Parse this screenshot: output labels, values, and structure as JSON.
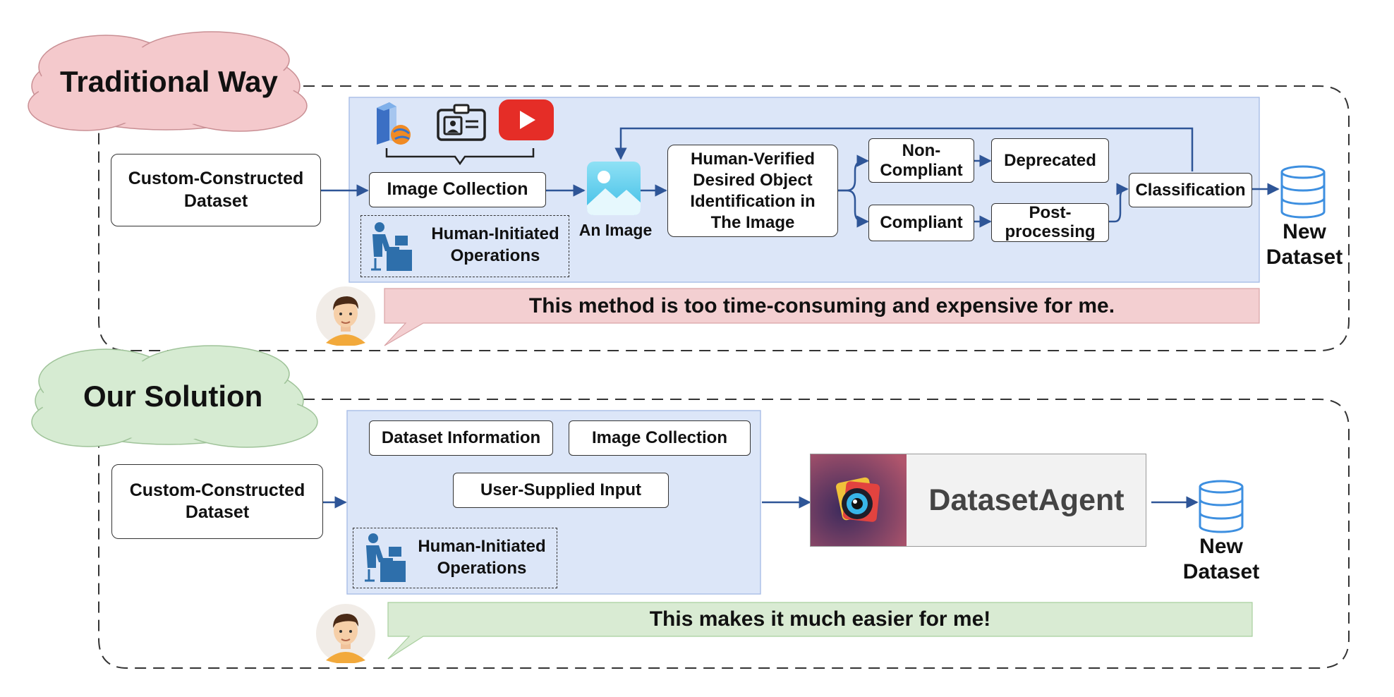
{
  "traditional": {
    "title": "Traditional Way",
    "custom_dataset": "Custom-Constructed\nDataset",
    "image_collection": "Image Collection",
    "human_ops": "Human-Initiated\nOperations",
    "an_image": "An Image",
    "human_verified": "Human-Verified\nDesired Object\nIdentification in\nThe Image",
    "non_compliant": "Non-\nCompliant",
    "compliant": "Compliant",
    "deprecated": "Deprecated",
    "post_processing": "Post-\nprocessing",
    "classification": "Classification",
    "new_dataset": "New\nDataset",
    "comment": "This method is too time-consuming and expensive for me."
  },
  "solution": {
    "title": "Our Solution",
    "custom_dataset": "Custom-Constructed\nDataset",
    "dataset_info": "Dataset Information",
    "image_collection": "Image Collection",
    "user_input": "User-Supplied Input",
    "human_ops": "Human-Initiated\nOperations",
    "agent": "DatasetAgent",
    "new_dataset": "New\nDataset",
    "comment": "This makes it much easier for me!"
  },
  "icons": [
    "server-globe-icon",
    "id-card-icon",
    "youtube-icon",
    "image-icon",
    "worker-desk-icon",
    "database-icon",
    "person-avatar-icon",
    "camera-logo-icon"
  ],
  "colors": {
    "arrow": "#2e5597",
    "panel_blue": "#dce6f8",
    "cloud_pink": "#f4c9cc",
    "cloud_green": "#d6ebd2",
    "speech_pink": "#f3cfd1",
    "speech_green": "#d9ebd3",
    "database_blue": "#3d8fe0"
  }
}
